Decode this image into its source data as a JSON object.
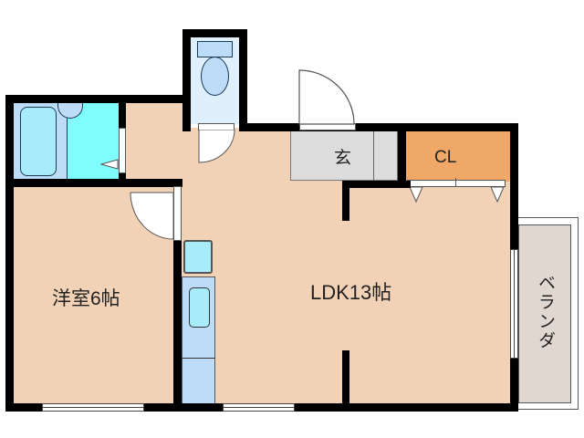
{
  "rooms": {
    "western_room": {
      "label": "洋室6帖"
    },
    "ldk": {
      "label": "LDK13帖"
    },
    "entrance": {
      "label": "玄"
    },
    "closet": {
      "label": "CL"
    },
    "veranda": {
      "label": "ベランダ"
    }
  },
  "colors": {
    "floor": "#f2d2b6",
    "wall": "#000000",
    "bath": "#bcdcf8",
    "washroom": "#7ffcfc",
    "toilet": "#dff0fc",
    "entrance": "#dcdcdc",
    "closet": "#f0a868",
    "veranda": "#e0d8d0",
    "kitchen": "#bcdcf8"
  }
}
